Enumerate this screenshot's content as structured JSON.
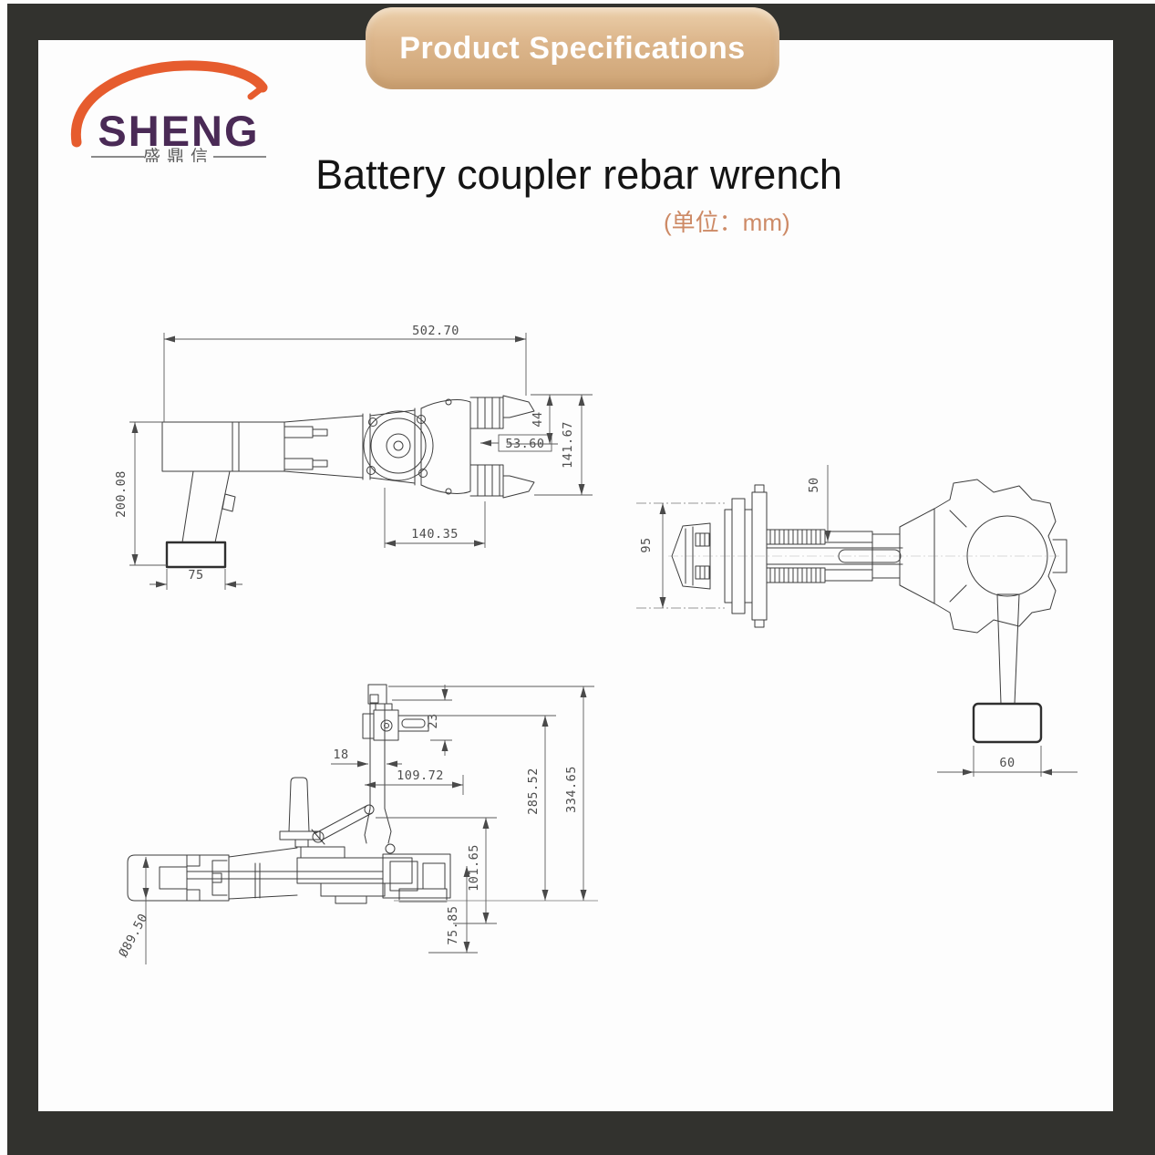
{
  "banner": {
    "label": "Product Specifications"
  },
  "logo": {
    "name": "SHENG",
    "chinese": "盛鼎信"
  },
  "title": "Battery coupler rebar wrench",
  "unit_note": "(单位：mm)",
  "colors": {
    "frame": "#32322e",
    "banner_tan": "#d8b288",
    "logo_purple": "#4a2a56",
    "logo_orange": "#e65c2e",
    "unit_salmon": "#cd8a66",
    "line": "#3d3d3d"
  },
  "drawings": {
    "side": {
      "name": "side view",
      "dims": {
        "total_length": "502.70",
        "overall_height": "200.08",
        "base_width": "75",
        "head_length": "140.35",
        "jaw_opening": "53.60",
        "jaw_thickness": "44",
        "head_height": "141.67"
      }
    },
    "top": {
      "name": "top view",
      "dims": {
        "rack_width": "50",
        "jaw_width": "95",
        "base_width": "60"
      }
    },
    "front": {
      "name": "handle view",
      "dims": {
        "clamp_width": "23",
        "shaft_width": "18",
        "arm_offset": "109.72",
        "height_mid": "285.52",
        "height_total": "334.65",
        "height_lower": "101.65",
        "height_base": "75.85",
        "cylinder_diameter": "Ø89.50"
      }
    }
  }
}
